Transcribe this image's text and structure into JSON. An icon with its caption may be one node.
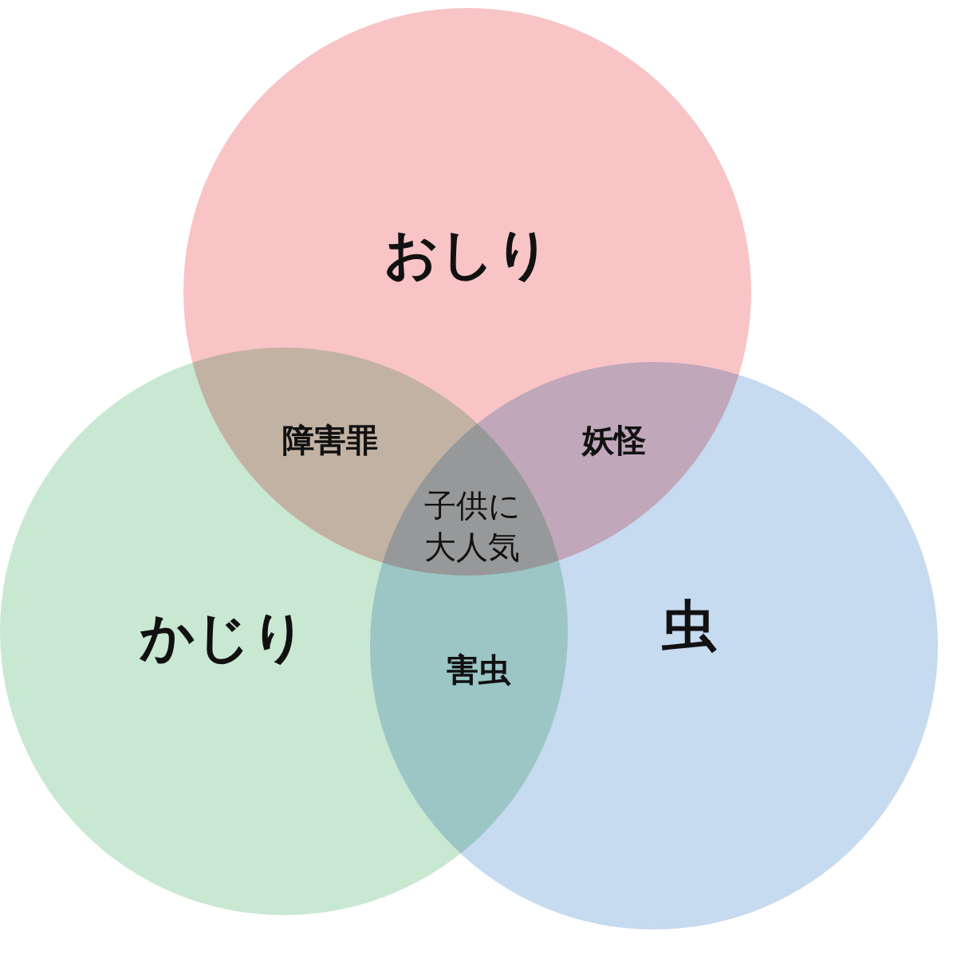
{
  "diagram": {
    "nodes": [
      {
        "text": [
          "おしり"
        ]
      },
      {
        "text": [
          "かじり"
        ]
      },
      {
        "text": [
          "虫"
        ]
      }
    ],
    "labels": [
      "障害罪",
      "妖怪",
      "子供に大人気",
      "害虫"
    ]
  }
}
